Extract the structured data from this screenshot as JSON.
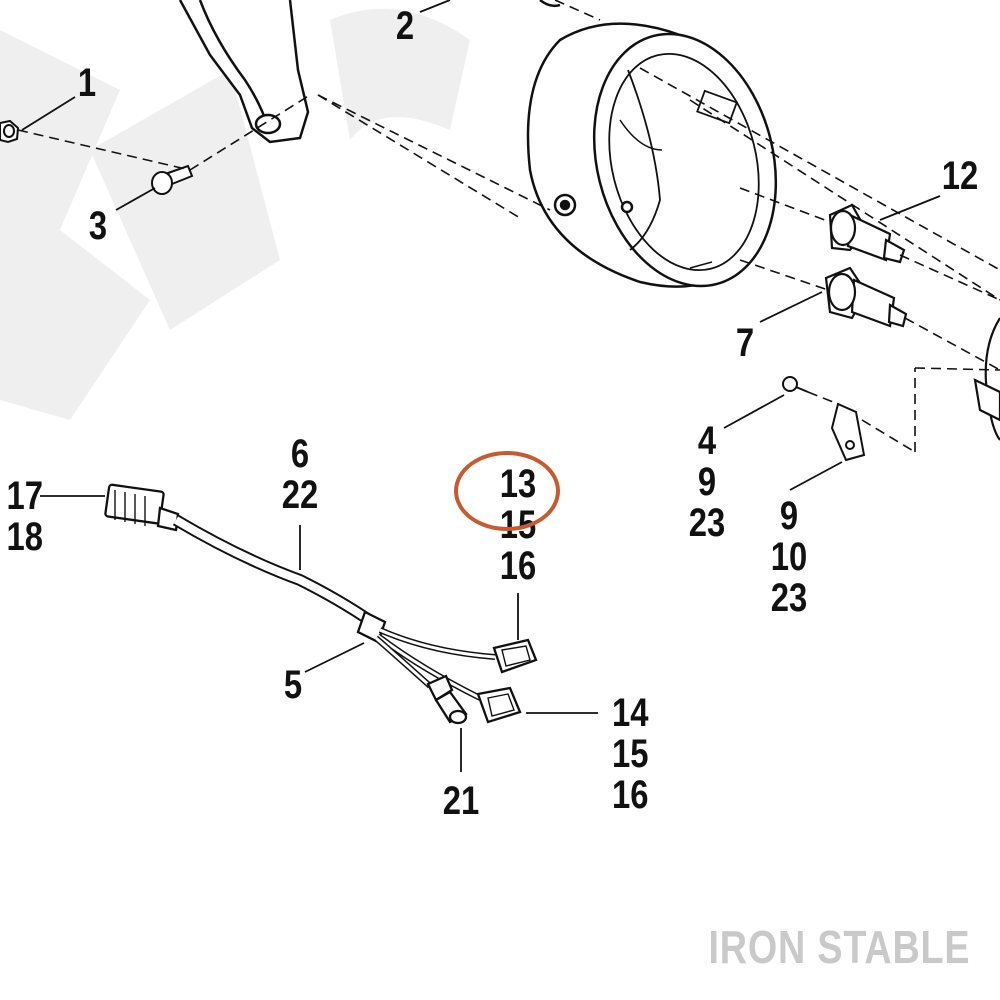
{
  "brand": {
    "text": "IRON STABLE",
    "color": "#c9c9c9"
  },
  "highlight": {
    "color": "#c85a2e",
    "callout": "13"
  },
  "watermark": {
    "color": "#efefef"
  },
  "callouts": {
    "c1": [
      "1"
    ],
    "c2": [
      "2"
    ],
    "c3": [
      "3"
    ],
    "c12": [
      "12"
    ],
    "c7": [
      "7"
    ],
    "c6_22": [
      "6",
      "22"
    ],
    "c13_15_16": [
      "13",
      "15",
      "16"
    ],
    "c17_18": [
      "17",
      "18"
    ],
    "c4_9_23": [
      "4",
      "9",
      "23"
    ],
    "c9_10_23": [
      "9",
      "10",
      "23"
    ],
    "c5": [
      "5"
    ],
    "c14_15_16": [
      "14",
      "15",
      "16"
    ],
    "c21": [
      "21"
    ]
  }
}
